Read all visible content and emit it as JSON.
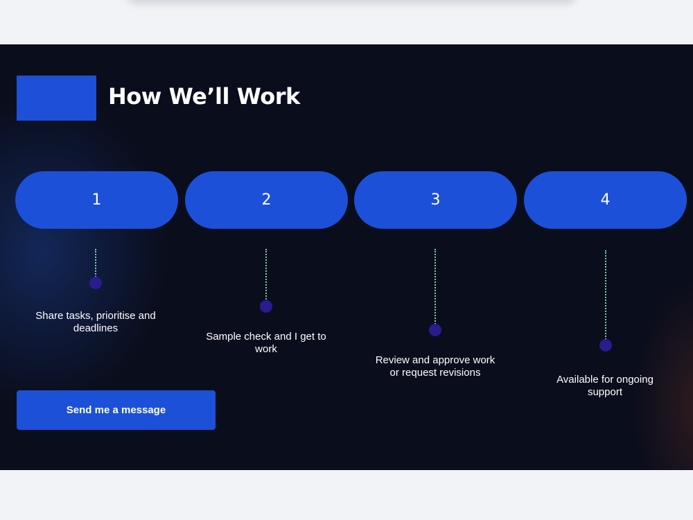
{
  "section": {
    "title": "How We’ll Work"
  },
  "steps": [
    {
      "number": "1",
      "text": "Share tasks, prioritise and deadlines"
    },
    {
      "number": "2",
      "text": "Sample check and I get to work"
    },
    {
      "number": "3",
      "text": "Review and approve work or request revisions"
    },
    {
      "number": "4",
      "text": "Available for ongoing support"
    }
  ],
  "cta": {
    "label": "Send me a message"
  },
  "colors": {
    "accent": "#1d50d9",
    "background": "#0a0d1c",
    "dot": "#2a1b8f",
    "connector": "#7fd3a0"
  }
}
